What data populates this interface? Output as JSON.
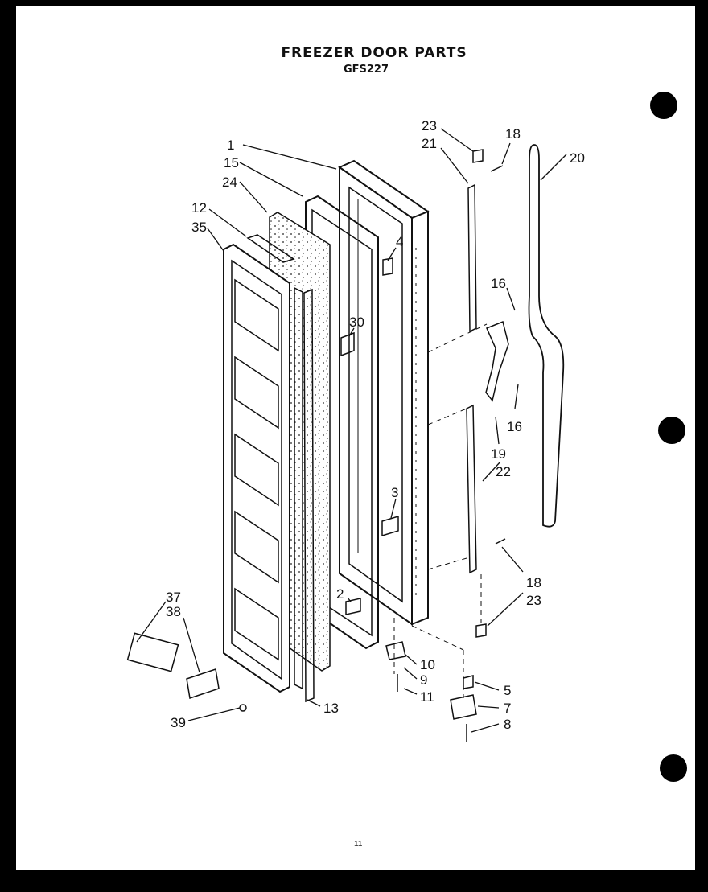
{
  "header": {
    "title": "FREEZER DOOR PARTS",
    "model": "GFS227"
  },
  "footer": {
    "page_number": "11"
  },
  "callouts": {
    "c1": "1",
    "c15": "15",
    "c24": "24",
    "c12": "12",
    "c35": "35",
    "c4": "4",
    "c30": "30",
    "c3": "3",
    "c2": "2",
    "c23a": "23",
    "c21": "21",
    "c18a": "18",
    "c20": "20",
    "c16a": "16",
    "c16b": "16",
    "c19": "19",
    "c22": "22",
    "c18b": "18",
    "c23b": "23",
    "c10": "10",
    "c9": "9",
    "c11": "11",
    "c5": "5",
    "c7": "7",
    "c8": "8",
    "c37": "37",
    "c38": "38",
    "c39": "39",
    "c13": "13"
  }
}
